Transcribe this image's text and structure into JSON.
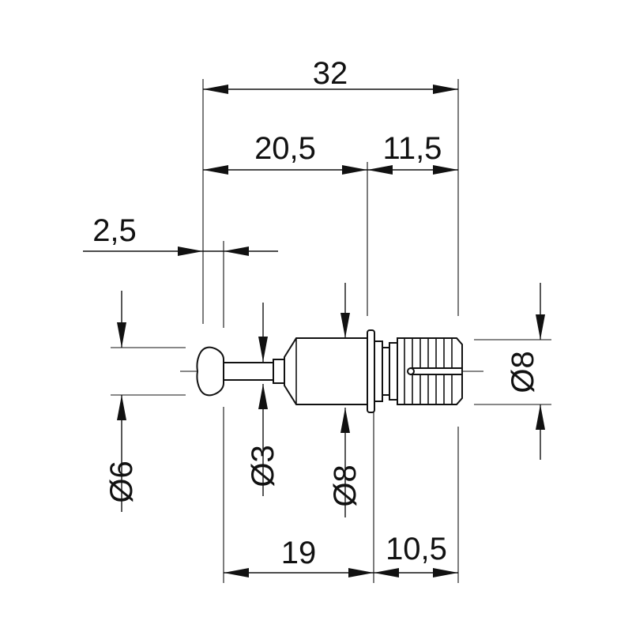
{
  "dimensions": {
    "overall_length": "32",
    "left_length": "20,5",
    "right_length": "11,5",
    "head_length": "2,5",
    "head_diameter": "Ø6",
    "shank_diameter": "Ø3",
    "body_diameter": "Ø8",
    "thread_diameter": "Ø8",
    "lower_left_length": "19",
    "lower_right_length": "10,5"
  }
}
